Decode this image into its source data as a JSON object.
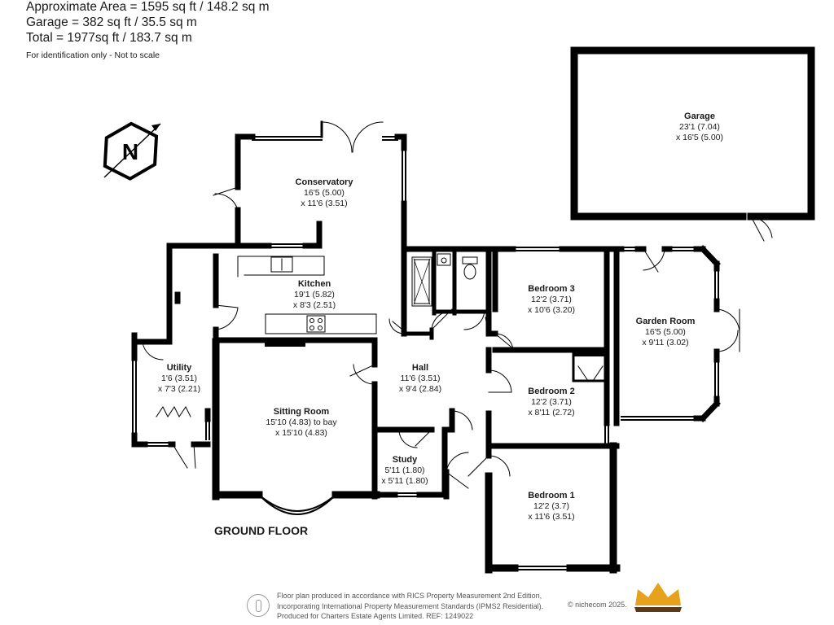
{
  "header": {
    "approx_area": "Approximate Area = 1595 sq ft / 148.2 sq m",
    "garage_area": "Garage = 382 sq ft / 35.5 sq m",
    "total_area": "Total = 1977sq ft / 183.7 sq m",
    "disclaimer": "For identification only - Not to scale"
  },
  "compass": {
    "letter": "N",
    "icon": "north-arrow-icon"
  },
  "floor_label": "GROUND FLOOR",
  "rooms": {
    "conservatory": {
      "name": "Conservatory",
      "dim1": "16'5 (5.00)",
      "dim2": "x 11'6 (3.51)"
    },
    "garage": {
      "name": "Garage",
      "dim1": "23'1 (7.04)",
      "dim2": "x 16'5 (5.00)"
    },
    "kitchen": {
      "name": "Kitchen",
      "dim1": "19'1 (5.82)",
      "dim2": "x 8'3 (2.51)"
    },
    "bedroom3": {
      "name": "Bedroom 3",
      "dim1": "12'2 (3.71)",
      "dim2": "x 10'6 (3.20)"
    },
    "garden_room": {
      "name": "Garden Room",
      "dim1": "16'5 (5.00)",
      "dim2": "x 9'11 (3.02)"
    },
    "utility": {
      "name": "Utility",
      "dim1": "1'6 (3.51)",
      "dim2": "x 7'3 (2.21)"
    },
    "hall": {
      "name": "Hall",
      "dim1": "11'6 (3.51)",
      "dim2": "x 9'4 (2.84)"
    },
    "bedroom2": {
      "name": "Bedroom 2",
      "dim1": "12'2 (3.71)",
      "dim2": "x 8'11 (2.72)"
    },
    "sitting_room": {
      "name": "Sitting Room",
      "dim1": "15'10 (4.83) to bay",
      "dim2": "x 15'10 (4.83)"
    },
    "study": {
      "name": "Study",
      "dim1": "5'11 (1.80)",
      "dim2": "x 5'11 (1.80)"
    },
    "bedroom1": {
      "name": "Bedroom 1",
      "dim1": "12'2 (3.7)",
      "dim2": "x 11'6 (3.51)"
    }
  },
  "footer": {
    "line1": "Floor plan produced in accordance with RICS Property Measurement 2nd Edition,",
    "line2": "Incorporating International Property Measurement Standards (IPMS2 Residential).",
    "line3": "Produced for Charters Estate Agents Limited.   REF: 1249022",
    "copyright": "© nichecom 2025.",
    "icon": "info-figure-icon",
    "logo": "crown-logo"
  }
}
